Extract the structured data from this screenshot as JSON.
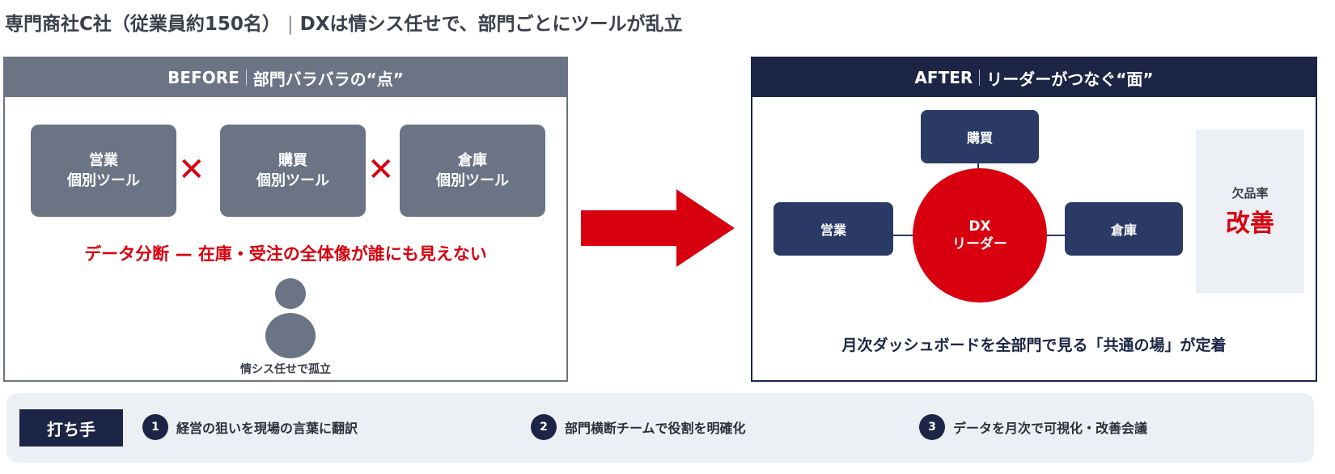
{
  "title": {
    "company": "専門商社C社（従業員約150名）",
    "separator": "|",
    "headline": "DXは情シス任せで、部門ごとにツールが乱立"
  },
  "before": {
    "label": "BEFORE",
    "subtitle": "部門バラバラの“点”",
    "tools": [
      {
        "dept": "営業",
        "desc": "個別ツール"
      },
      {
        "dept": "購買",
        "desc": "個別ツール"
      },
      {
        "dept": "倉庫",
        "desc": "個別ツール"
      }
    ],
    "cross_symbol": "✕",
    "problem_left": "データ分断",
    "problem_dash": "—",
    "problem_right": "在庫・受注の全体像が誰にも見えない",
    "person_label": "情シス任せで孤立"
  },
  "after": {
    "label": "AFTER",
    "subtitle": "リーダーがつなぐ“面”",
    "hub_line1": "DX",
    "hub_line2": "リーダー",
    "node_top": "購買",
    "node_left": "営業",
    "node_right": "倉庫",
    "kpi_label": "欠品率",
    "kpi_value": "改善",
    "caption": "月次ダッシュボードを全部門で見る「共通の場」が定着"
  },
  "actions": {
    "tag": "打ち手",
    "steps": [
      {
        "num": "1",
        "text": "経営の狙いを現場の言葉に翻訳"
      },
      {
        "num": "2",
        "text": "部門横断チームで役割を明確化"
      },
      {
        "num": "3",
        "text": "データを月次で可視化・改善会議"
      }
    ]
  },
  "colors": {
    "accent_red": "#d8000f",
    "navy": "#1c2546",
    "slate": "#6b7485"
  }
}
